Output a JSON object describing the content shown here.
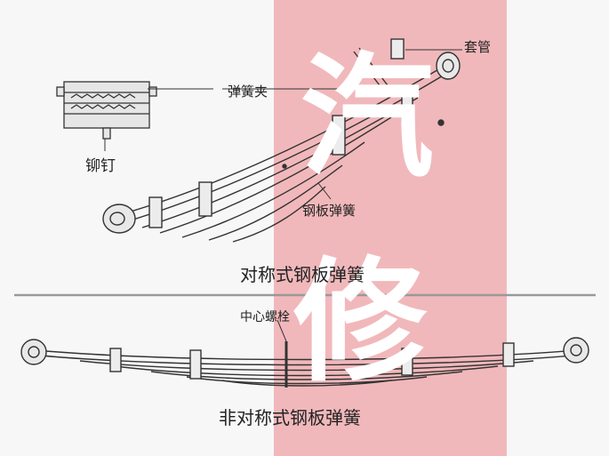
{
  "labels": {
    "sleeve": "套管",
    "spring_clip": "弹簧夹",
    "rivet": "铆钉",
    "leaf_spring": "钢板弹簧",
    "center_bolt": "中心螺栓"
  },
  "captions": {
    "symmetric": "对称式钢板弹簧",
    "asymmetric": "非对称式钢板弹簧"
  },
  "watermark": {
    "char_top": "汽",
    "char_bottom": "修",
    "color": "#ef9fa4"
  }
}
